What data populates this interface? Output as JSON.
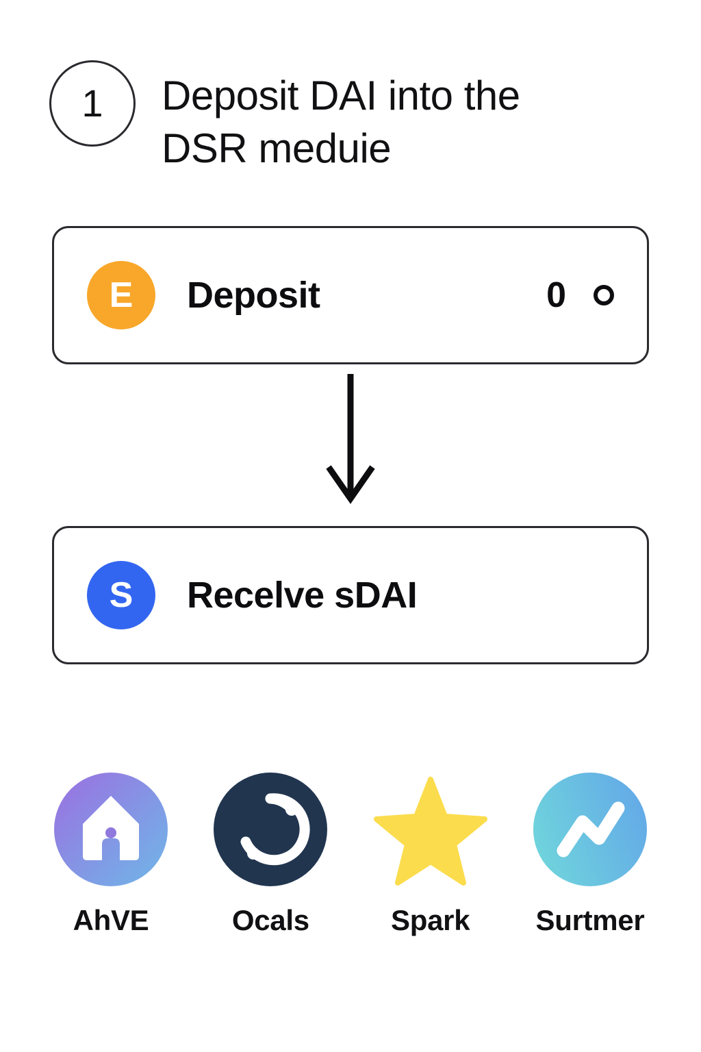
{
  "step": {
    "number": "1",
    "title": "Deposit DAI into the DSR meduie"
  },
  "flow": {
    "arrow_label": "down-arrow",
    "steps": [
      {
        "badge_letter": "E",
        "badge_color": "#f8a72a",
        "label": "Deposit",
        "value": "0",
        "has_ring_icon": true
      },
      {
        "badge_letter": "S",
        "badge_color": "#3366f0",
        "label": "Recelve sDAI",
        "value": "",
        "has_ring_icon": false
      }
    ]
  },
  "partners": [
    {
      "label": "AhVE",
      "icon": "ghost-house-icon",
      "gradient_from": "#9b6fe0",
      "gradient_to": "#6fb8e8"
    },
    {
      "label": "Ocals",
      "icon": "ring-spiral-icon",
      "gradient_from": "#21354f",
      "gradient_to": "#1b2c42"
    },
    {
      "label": "Spark",
      "icon": "star-icon",
      "gradient_from": "#fbdc4c",
      "gradient_to": "#fbdc4c"
    },
    {
      "label": "Surtmer",
      "icon": "trend-line-icon",
      "gradient_from": "#6fd3dc",
      "gradient_to": "#63a8e8"
    }
  ]
}
